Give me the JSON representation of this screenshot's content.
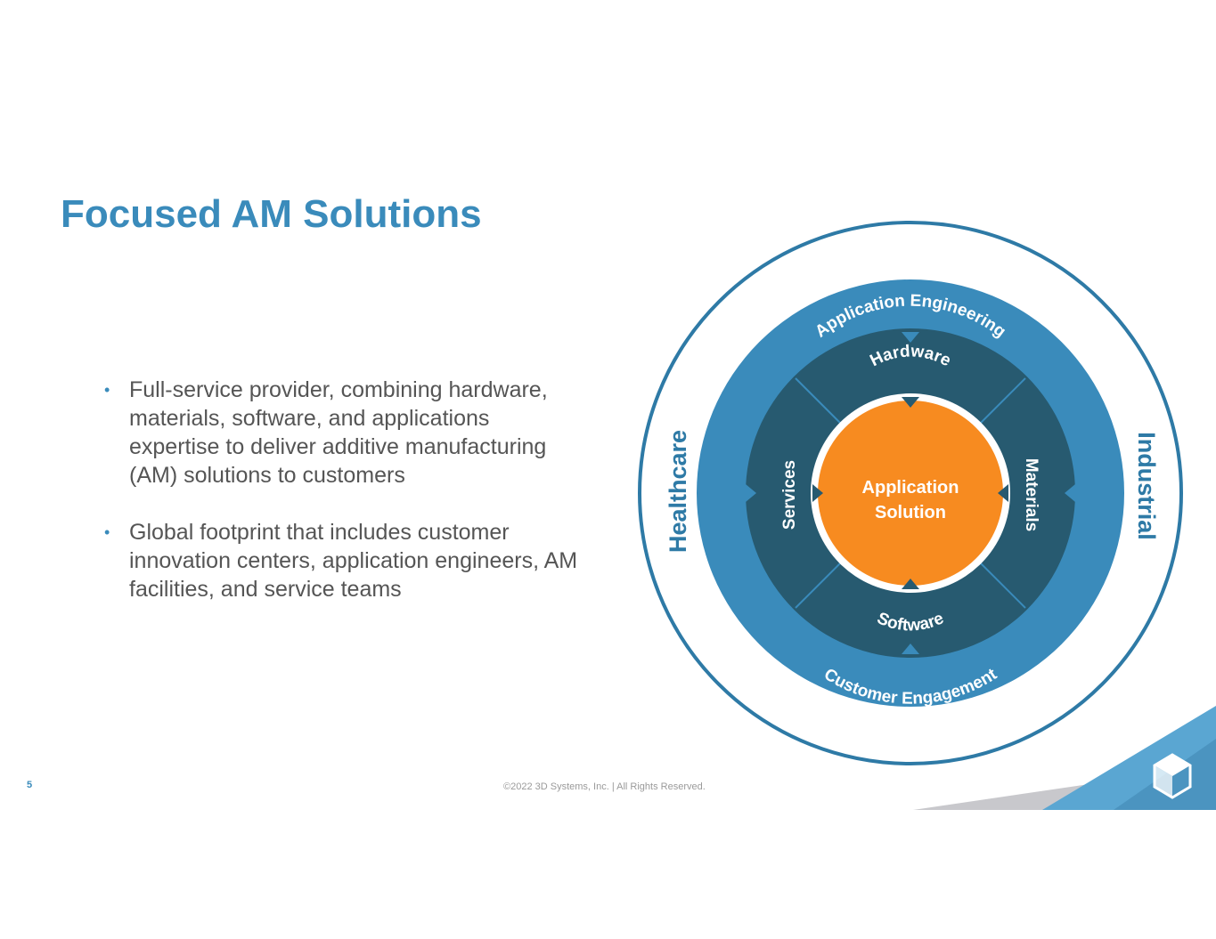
{
  "slide": {
    "title": "Focused AM Solutions",
    "bullets": [
      "Full-service provider, combining hardware, materials, software, and applications expertise to deliver additive manufacturing (AM) solutions to customers",
      "Global footprint that includes customer innovation centers, application engineers, AM facilities, and service teams"
    ],
    "bullet_marker": "•",
    "page_number": "5",
    "copyright": "©2022 3D Systems, Inc. | All Rights Reserved."
  },
  "diagram": {
    "outer_left_label": "Healthcare",
    "outer_right_label": "Industrial",
    "ring_top_label": "Application Engineering",
    "ring_bottom_label": "Customer Engagement",
    "segments": {
      "top": "Hardware",
      "right": "Materials",
      "bottom": "Software",
      "left": "Services"
    },
    "center_line1": "Application",
    "center_line2": "Solution"
  },
  "colors": {
    "title": "#3a8bbb",
    "outer_ring": "#2e7aa6",
    "blue_ring": "#3a8bbb",
    "dark_ring": "#275a70",
    "center": "#f78b20",
    "body_text": "#555555",
    "logo_blue": "#5aa6d2",
    "logo_gray": "#c8c8cc"
  },
  "logo": {
    "icon": "3d-systems-logo-icon"
  }
}
